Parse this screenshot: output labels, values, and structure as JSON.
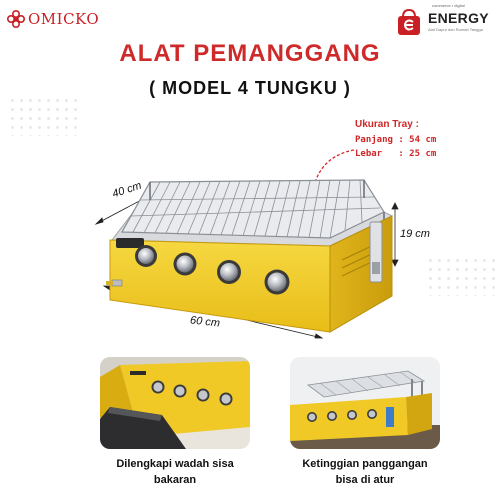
{
  "header": {
    "brand_left": "OMICKO",
    "brand_right": "ENERGY",
    "brand_right_sub": "commerce • digital",
    "brand_right_tagline": "Alat Dapur dan Rumah Tangga"
  },
  "title": "ALAT PEMANGGANG",
  "subtitle": "( MODEL 4 TUNGKU )",
  "tray": {
    "heading": "Ukuran Tray :",
    "length_row": "Panjang : 54 cm",
    "width_row": "Lebar   : 25 cm"
  },
  "dimensions": {
    "depth": "40 cm",
    "height": "19 cm",
    "width": "60 cm"
  },
  "product": {
    "burner_count": 4,
    "colors": {
      "body": "#f3cf2a",
      "body_dark": "#d9ad12",
      "steel": "#c9ccd0",
      "accent_red": "#cf2a2a"
    }
  },
  "features": [
    {
      "line1": "Dilengkapi wadah sisa",
      "line2": "bakaran"
    },
    {
      "line1": "Ketinggian panggangan",
      "line2": "bisa di atur"
    }
  ]
}
